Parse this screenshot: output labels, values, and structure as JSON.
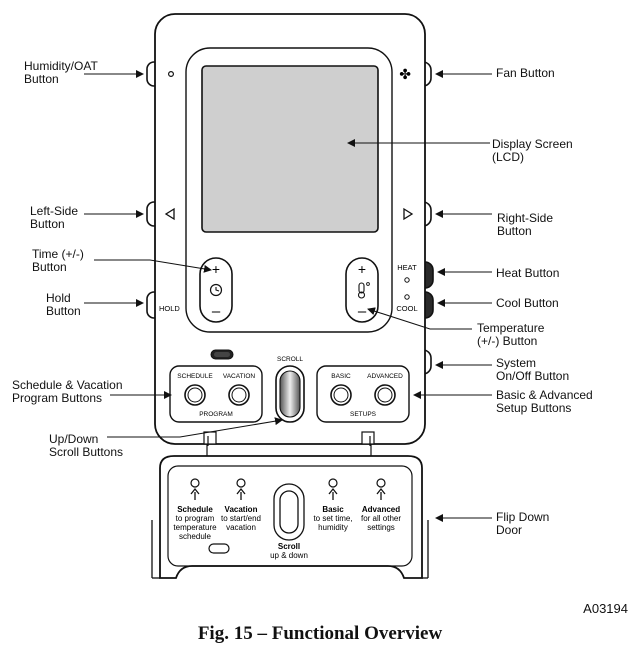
{
  "figure": {
    "caption": "Fig. 15 – Functional Overview",
    "figure_id": "A03194"
  },
  "callouts": {
    "humidity_oat": "Humidity/OAT\nButton",
    "fan": "Fan Button",
    "display": "Display Screen\n(LCD)",
    "left_side": "Left-Side\nButton",
    "right_side": "Right-Side\nButton",
    "time": "Time (+/-)\nButton",
    "heat": "Heat Button",
    "hold": "Hold\nButton",
    "cool": "Cool Button",
    "temperature": "Temperature\n(+/-) Button",
    "system": "System\nOn/Off Button",
    "schedule_vacation": "Schedule & Vacation\nProgram Buttons",
    "basic_advanced": "Basic & Advanced\nSetup Buttons",
    "scroll": "Up/Down\nScroll Buttons",
    "flip_door": "Flip Down\nDoor"
  },
  "device": {
    "hold": "HOLD",
    "heat": "HEAT",
    "cool": "COOL",
    "scroll": "SCROLL",
    "schedule": "SCHEDULE",
    "vacation": "VACATION",
    "program": "PROGRAM",
    "basic": "BASIC",
    "advanced": "ADVANCED",
    "setups": "SETUPS"
  },
  "door": {
    "schedule_title": "Schedule",
    "schedule_desc_1": "to program",
    "schedule_desc_2": "temperature",
    "schedule_desc_3": "schedule",
    "vacation_title": "Vacation",
    "vacation_desc_1": "to start/end",
    "vacation_desc_2": "vacation",
    "scroll_title": "Scroll",
    "scroll_desc": "up & down",
    "basic_title": "Basic",
    "basic_desc_1": "to set time,",
    "basic_desc_2": "humidity",
    "advanced_title": "Advanced",
    "advanced_desc_1": "for all other",
    "advanced_desc_2": "settings"
  }
}
